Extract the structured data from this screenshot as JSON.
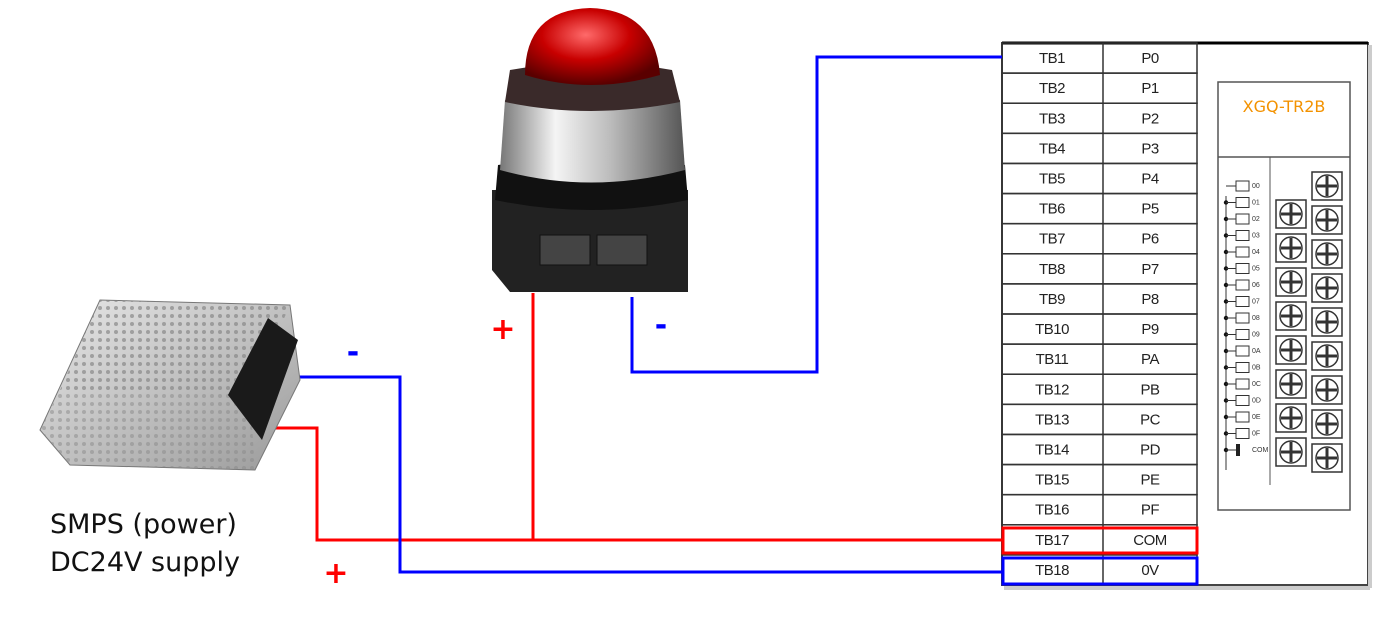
{
  "colors": {
    "positive": "#ff0000",
    "negative": "#0000ff",
    "module_title": "#f39200"
  },
  "power_supply": {
    "line1": "SMPS (power)",
    "line2": "DC24V supply",
    "plus": "+",
    "minus": "-"
  },
  "lamp": {
    "plus": "+",
    "minus": "-",
    "icon": "red-pilot-lamp"
  },
  "plc_module": {
    "title": "XGQ-TR2B",
    "terminal_labels": [
      "00",
      "01",
      "02",
      "03",
      "04",
      "05",
      "06",
      "07",
      "08",
      "09",
      "0A",
      "0B",
      "0C",
      "0D",
      "0E",
      "0F",
      "COM"
    ],
    "terminals": [
      {
        "tb": "TB1",
        "signal": "P0"
      },
      {
        "tb": "TB2",
        "signal": "P1"
      },
      {
        "tb": "TB3",
        "signal": "P2"
      },
      {
        "tb": "TB4",
        "signal": "P3"
      },
      {
        "tb": "TB5",
        "signal": "P4"
      },
      {
        "tb": "TB6",
        "signal": "P5"
      },
      {
        "tb": "TB7",
        "signal": "P6"
      },
      {
        "tb": "TB8",
        "signal": "P7"
      },
      {
        "tb": "TB9",
        "signal": "P8"
      },
      {
        "tb": "TB10",
        "signal": "P9"
      },
      {
        "tb": "TB11",
        "signal": "PA"
      },
      {
        "tb": "TB12",
        "signal": "PB"
      },
      {
        "tb": "TB13",
        "signal": "PC"
      },
      {
        "tb": "TB14",
        "signal": "PD"
      },
      {
        "tb": "TB15",
        "signal": "PE"
      },
      {
        "tb": "TB16",
        "signal": "PF"
      },
      {
        "tb": "TB17",
        "signal": "COM"
      },
      {
        "tb": "TB18",
        "signal": "0V"
      }
    ]
  }
}
